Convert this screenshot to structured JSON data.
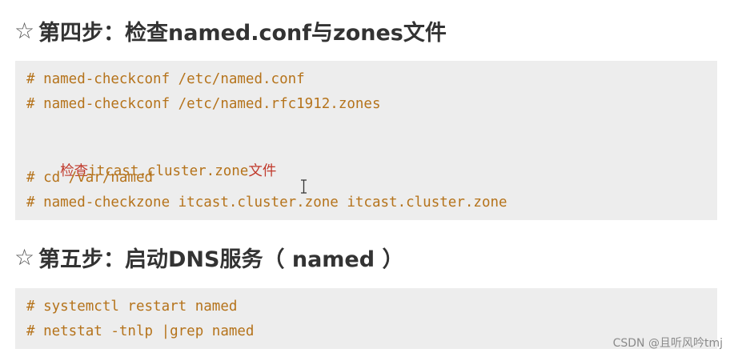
{
  "step4": {
    "star": "☆",
    "title": "第四步：检查named.conf与zones文件"
  },
  "code1": {
    "line1": "# named-checkconf /etc/named.conf",
    "line2": "# named-checkconf /etc/named.rfc1912.zones",
    "note_prefix": "检查",
    "note_file": "itcast.cluster.zone",
    "note_suffix": "文件",
    "line3": "# cd /var/named",
    "line4": "# named-checkzone itcast.cluster.zone itcast.cluster.zone"
  },
  "step5": {
    "star": "☆",
    "title": "第五步：启动DNS服务（ named ）"
  },
  "code2": {
    "line1": "# systemctl restart named",
    "line2": "# netstat -tnlp |grep named"
  },
  "watermark": "CSDN @且听风吟tmj",
  "colors": {
    "code_text": "#b5731b",
    "note_text": "#c0392b",
    "code_bg": "#ededed",
    "heading_text": "#333333"
  },
  "icons": {
    "star": "star-outline-icon",
    "cursor": "text-cursor-icon"
  }
}
